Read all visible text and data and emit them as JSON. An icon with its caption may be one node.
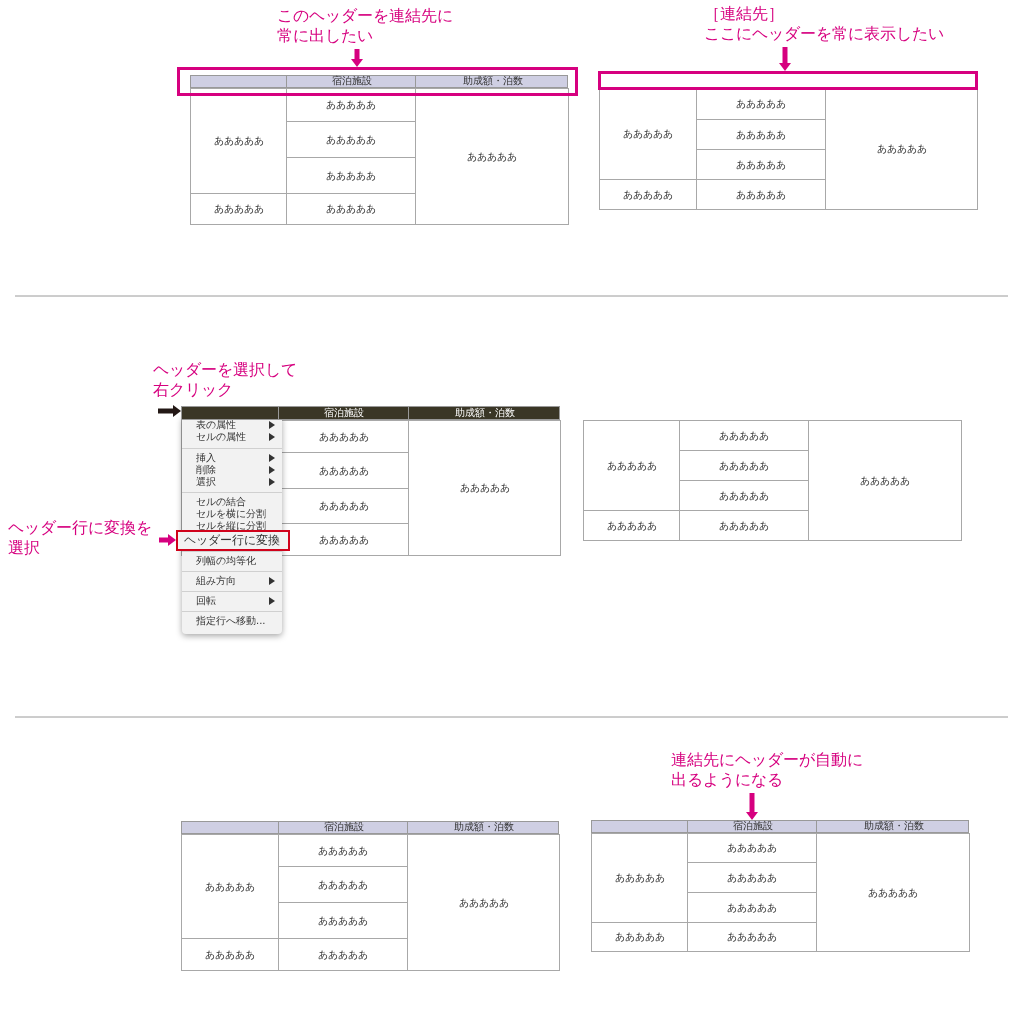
{
  "diagram": {
    "nodes": [
      {
        "text": [
          "このヘッダーを連結先に常に出したい"
        ]
      },
      {
        "text": [],
        "shape": "box"
      },
      {
        "text": [
          "宿泊施設",
          "助成額・泊数"
        ],
        "in": 1
      },
      {
        "text": [
          "［連結先］",
          "ここにヘッダーを常に表示したい"
        ]
      },
      {
        "text": [],
        "shape": "box"
      },
      {
        "text": [
          "宿泊施設",
          "助成額・泊数"
        ]
      },
      {
        "text": [
          "ヘッダー行に変換"
        ]
      },
      {
        "text": [
          "ヘッダー行に変換を選択"
        ]
      },
      {
        "text": [
          "宿泊施設",
          "助成額・泊数"
        ]
      },
      {
        "text": [
          "連結先にヘッダーが自動に出るようになる"
        ]
      },
      {
        "text": [
          "宿泊施設",
          "助成額・泊数"
        ]
      }
    ],
    "edges": [
      {
        "from": 0,
        "to": 1,
        "arrow": "to"
      },
      {
        "from": 3,
        "to": 4,
        "arrow": "to"
      },
      {
        "from": null,
        "to": 5,
        "arrow": "to",
        "color": "#231815"
      },
      {
        "from": 7,
        "to": 6,
        "arrow": "to"
      },
      {
        "from": 9,
        "to": 10,
        "arrow": "to"
      }
    ],
    "labels": [
      "あああああ",
      "あああああ",
      "あああああ",
      "あああああ",
      "あああああ",
      "あああああ",
      "あああああ",
      "あああああ",
      "あああああ",
      "あああああ",
      "あああああ",
      "あああああ",
      "あああああ",
      "あああああ",
      "ヘッダーを選択して右クリック",
      "あああああ",
      "あああああ",
      "あああああ",
      "あああああ",
      "あああああ",
      "表の属性",
      "セルの属性",
      "挿入",
      "削除",
      "選択",
      "セルの結合",
      "セルを横に分割",
      "セルを縦に分割",
      "列幅の均等化",
      "組み方向",
      "回転",
      "指定行へ移動...",
      "あああああ",
      "あああああ",
      "あああああ",
      "あああああ",
      "あああああ",
      "あああああ",
      "あああああ",
      "あああああ",
      "あああああ",
      "あああああ",
      "あああああ",
      "あああああ",
      "あああああ",
      "あああああ",
      "あああああ",
      "あああああ",
      "あああああ",
      "あああああ",
      "あああああ",
      "あああああ",
      "あああああ"
    ]
  }
}
